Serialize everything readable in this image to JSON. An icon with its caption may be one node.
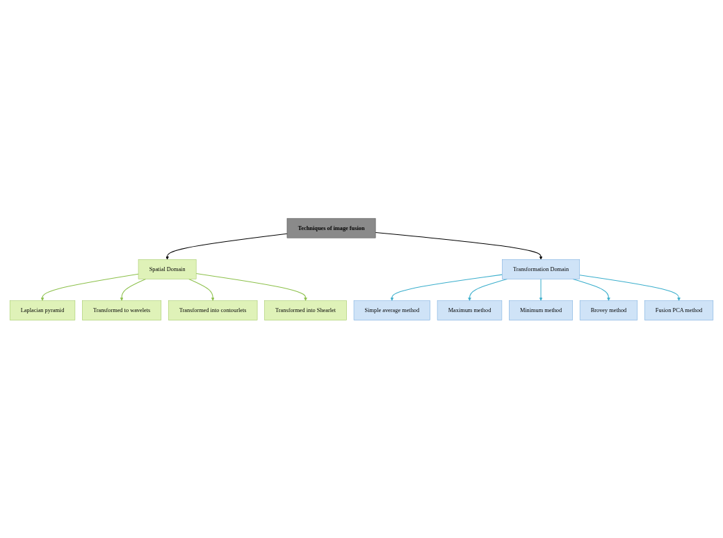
{
  "diagram": {
    "nodes": [
      {
        "text": [
          "Techniques of image fusion"
        ]
      },
      {
        "text": [
          "Spatial Domain"
        ]
      },
      {
        "text": [
          "Transformation Domain"
        ]
      },
      {
        "text": [
          "Laplacian pyramid"
        ]
      },
      {
        "text": [
          "Transformed to wavelets"
        ]
      },
      {
        "text": [
          "Transformed into contourlets"
        ]
      },
      {
        "text": [
          "Transformed into Shearlet"
        ]
      },
      {
        "text": [
          "Simple average method"
        ]
      },
      {
        "text": [
          "Maximum method"
        ]
      },
      {
        "text": [
          "Minimum method"
        ]
      },
      {
        "text": [
          "Brovey method"
        ]
      },
      {
        "text": [
          "Fusion PCA method"
        ]
      }
    ],
    "edges": [
      {
        "from": 0,
        "to": 1,
        "arrow": "to",
        "color": "#000000"
      },
      {
        "from": 0,
        "to": 2,
        "arrow": "to",
        "color": "#000000"
      },
      {
        "from": 1,
        "to": 3,
        "arrow": "to",
        "color": "#8cc04a"
      },
      {
        "from": 1,
        "to": 4,
        "arrow": "to",
        "color": "#8cc04a"
      },
      {
        "from": 1,
        "to": 5,
        "arrow": "to",
        "color": "#8cc04a"
      },
      {
        "from": 1,
        "to": 6,
        "arrow": "to",
        "color": "#8cc04a"
      },
      {
        "from": 2,
        "to": 7,
        "arrow": "to"
      },
      {
        "from": 2,
        "to": 8,
        "arrow": "to"
      },
      {
        "from": 2,
        "to": 9,
        "arrow": "to"
      },
      {
        "from": 2,
        "to": 10,
        "arrow": "to"
      },
      {
        "from": 2,
        "to": 11,
        "arrow": "to"
      }
    ]
  }
}
